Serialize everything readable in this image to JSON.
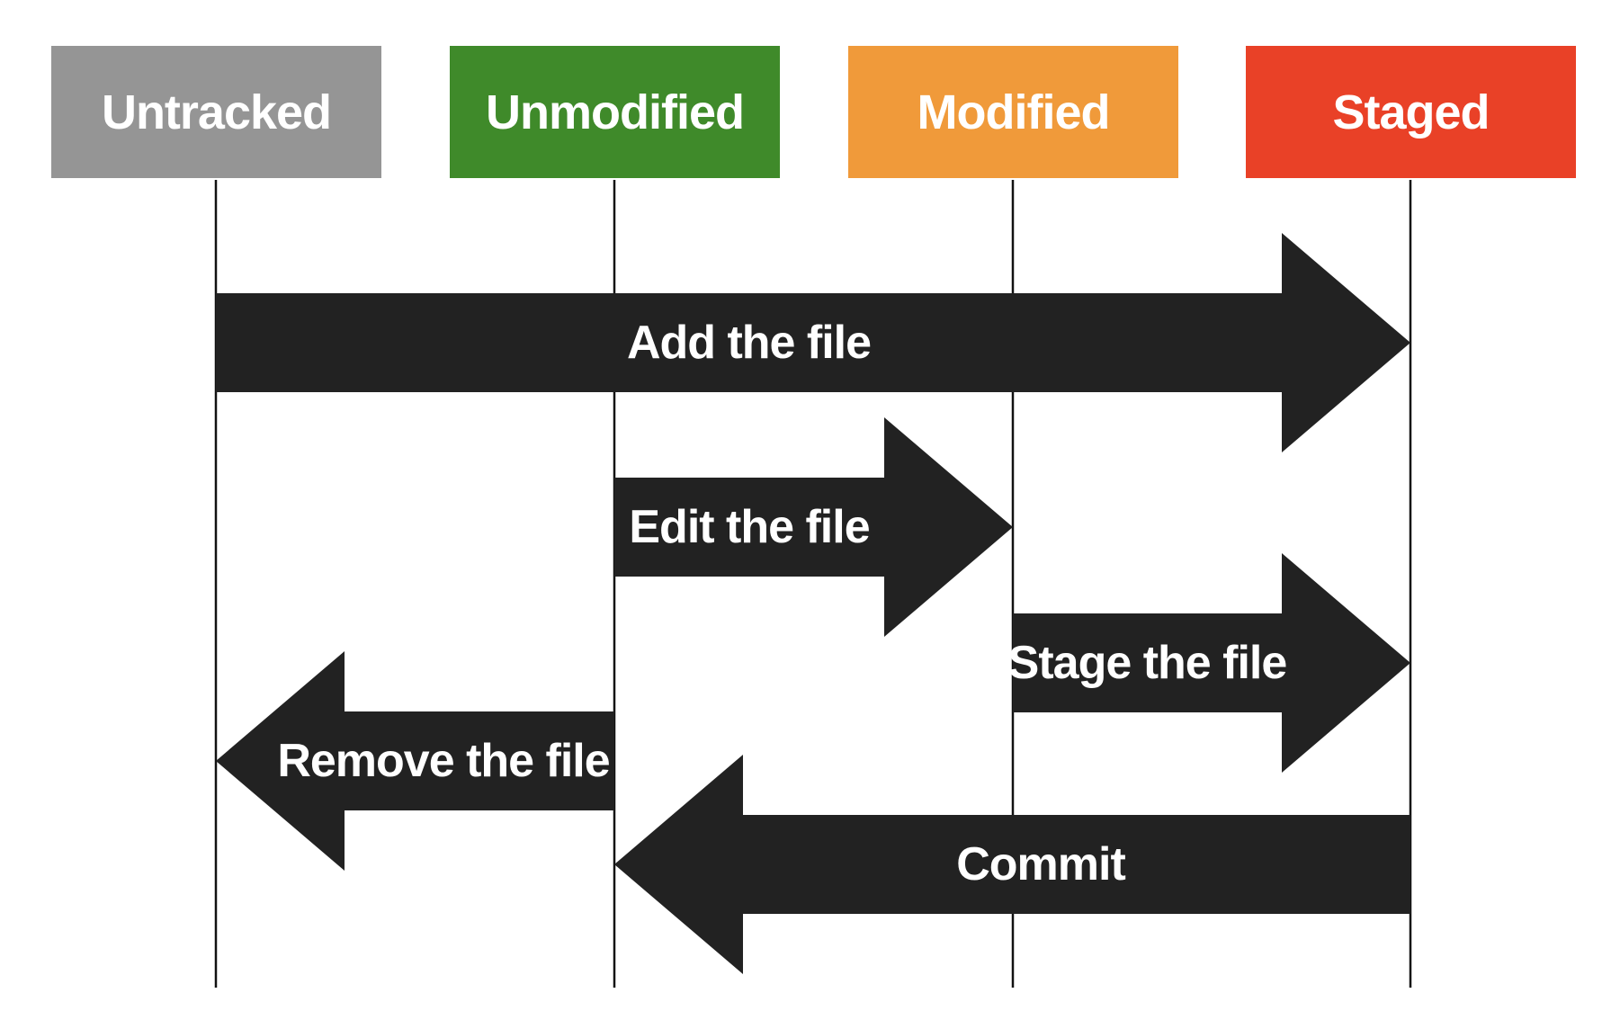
{
  "states": [
    {
      "label": "Untracked",
      "color": "#959595"
    },
    {
      "label": "Unmodified",
      "color": "#3f8a2a"
    },
    {
      "label": "Modified",
      "color": "#f09a3a"
    },
    {
      "label": "Staged",
      "color": "#e94127"
    }
  ],
  "transitions": [
    {
      "label": "Add the file",
      "from": 0,
      "to": 3
    },
    {
      "label": "Edit the file",
      "from": 1,
      "to": 2
    },
    {
      "label": "Stage the file",
      "from": 2,
      "to": 3
    },
    {
      "label": "Remove the file",
      "from": 1,
      "to": 0
    },
    {
      "label": "Commit",
      "from": 3,
      "to": 1
    }
  ],
  "arrow_color": "#222222",
  "line_color": "#111111"
}
